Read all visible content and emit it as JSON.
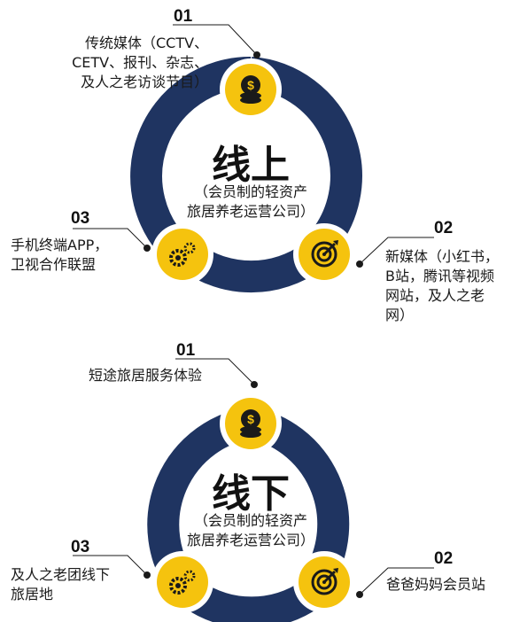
{
  "colors": {
    "ring": "#1f3461",
    "accent": "#f5c30e",
    "icon": "#1a1a1a",
    "line": "#1a1a1a"
  },
  "panels": [
    {
      "title": "线上",
      "subtitle": [
        "（会员制的轻资产",
        "旅居养老运营公司）"
      ],
      "items": [
        {
          "number": "01",
          "lines": [
            "传统媒体（CCTV、",
            "CETV、报刊、杂志、",
            "及人之老访谈节目）"
          ],
          "icon": "coin-stack-icon"
        },
        {
          "number": "02",
          "lines": [
            "新媒体（小红书，",
            "B站，腾讯等视频",
            "网站，及人之老",
            "网）"
          ],
          "icon": "target-icon"
        },
        {
          "number": "03",
          "lines": [
            "手机终端APP，",
            "卫视合作联盟"
          ],
          "icon": "gears-icon"
        }
      ]
    },
    {
      "title": "线下",
      "subtitle": [
        "（会员制的轻资产",
        "旅居养老运营公司）"
      ],
      "items": [
        {
          "number": "01",
          "lines": [
            "短途旅居服务体验"
          ],
          "icon": "coin-stack-icon"
        },
        {
          "number": "02",
          "lines": [
            "爸爸妈妈会员站"
          ],
          "icon": "target-icon"
        },
        {
          "number": "03",
          "lines": [
            "及人之老团线下",
            "旅居地"
          ],
          "icon": "gears-icon"
        }
      ]
    }
  ]
}
